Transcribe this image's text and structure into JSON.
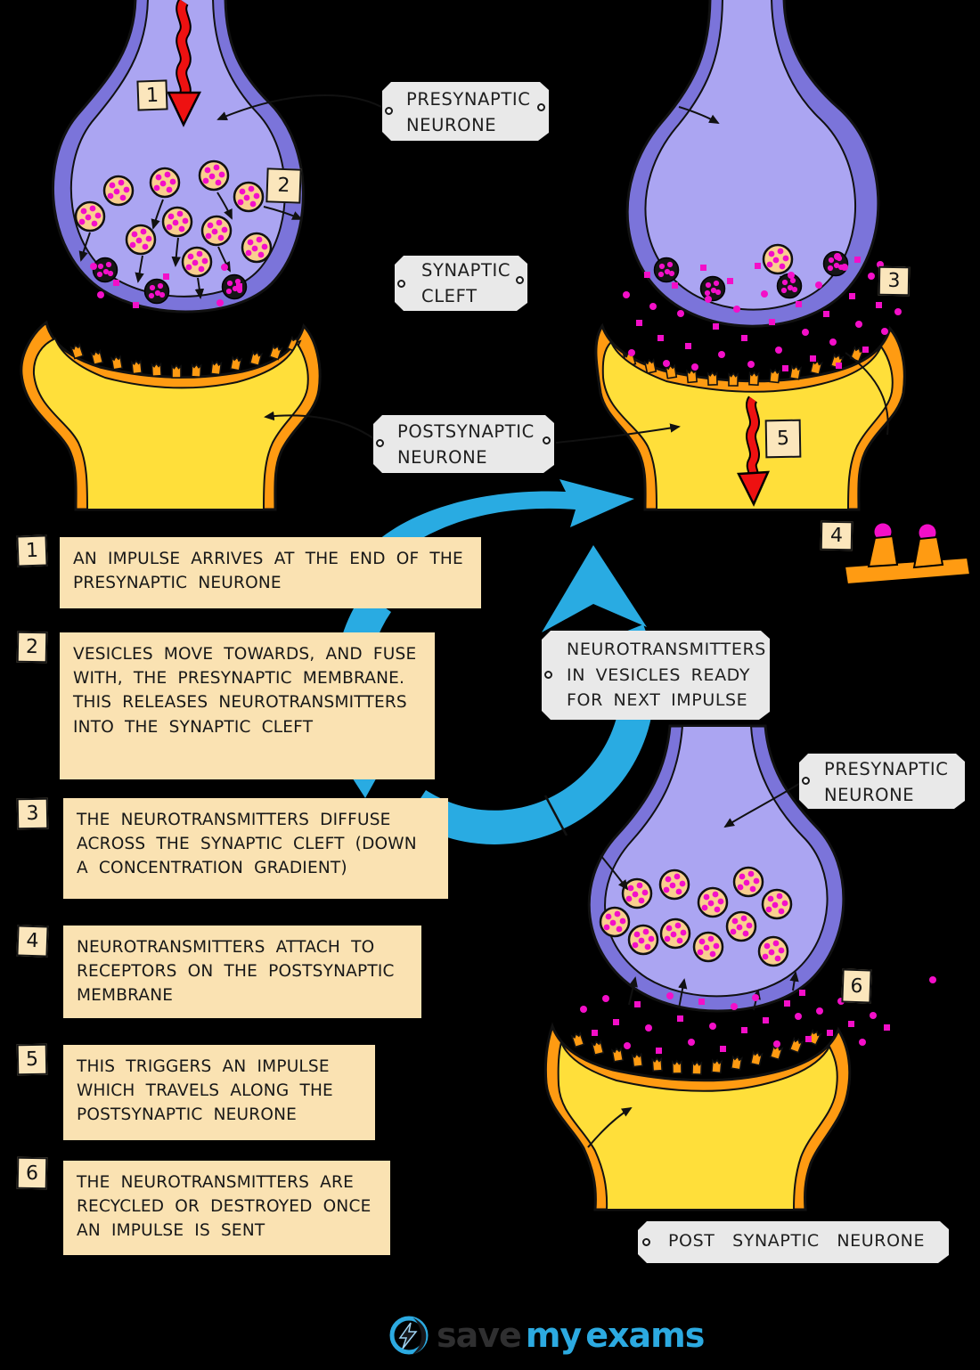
{
  "steps": [
    {
      "num": "1",
      "text": "AN IMPULSE ARRIVES AT THE END OF THE PRESYNAPTIC NEURONE"
    },
    {
      "num": "2",
      "text": "VESICLES MOVE TOWARDS, AND FUSE WITH, THE PRESYNAPTIC MEMBRANE. THIS RELEASES NEUROTRANSMITTERS INTO THE SYNAPTIC CLEFT"
    },
    {
      "num": "3",
      "text": "THE NEUROTRANSMITTERS DIFFUSE ACROSS THE SYNAPTIC CLEFT (DOWN A CONCENTRATION GRADIENT)"
    },
    {
      "num": "4",
      "text": "NEUROTRANSMITTERS ATTACH TO RECEPTORS ON THE POSTSYNAPTIC MEMBRANE"
    },
    {
      "num": "5",
      "text": "THIS TRIGGERS AN IMPULSE WHICH TRAVELS ALONG THE POSTSYNAPTIC NEURONE"
    },
    {
      "num": "6",
      "text": "THE NEUROTRANSMITTERS ARE RECYCLED OR DESTROYED ONCE AN IMPULSE IS SENT"
    }
  ],
  "labels": {
    "presynaptic_top": "PRESYNAPTIC NEURONE",
    "synaptic_cleft": "SYNAPTIC CLEFT",
    "postsynaptic_top": "POSTSYNAPTIC NEURONE",
    "vesicles_ready": "NEUROTRANSMITTERS IN VESICLES READY FOR NEXT IMPULSE",
    "presynaptic_bottom": "PRESYNAPTIC NEURONE",
    "postsynaptic_bottom": "POST SYNAPTIC NEURONE"
  },
  "markers": {
    "m1": "1",
    "m2": "2",
    "m3": "3",
    "m4": "4",
    "m5": "5",
    "m6": "6"
  },
  "logo": {
    "part1": "save",
    "part2": "my",
    "part3": "exams"
  },
  "icons": {
    "tag_hole": "tag-hole",
    "logo_mark": "lightning-bolt-circle"
  },
  "colors": {
    "background": "#000000",
    "step_box_tan": "#fae2b2",
    "tag_gray": "#e9e9e9",
    "neurone_purple_light": "#aba5f2",
    "neurone_purple_dark": "#7b74da",
    "postsynaptic_yellow": "#ffdf3a",
    "membrane_orange": "#ff9b12",
    "vesicle_tan": "#f9cf8e",
    "neurotransmitter_magenta": "#f30fc8",
    "impulse_red": "#ee1111",
    "cycle_blue": "#29abe2",
    "logo_blue": "#2caae1",
    "logo_dark": "#2f2f30"
  }
}
